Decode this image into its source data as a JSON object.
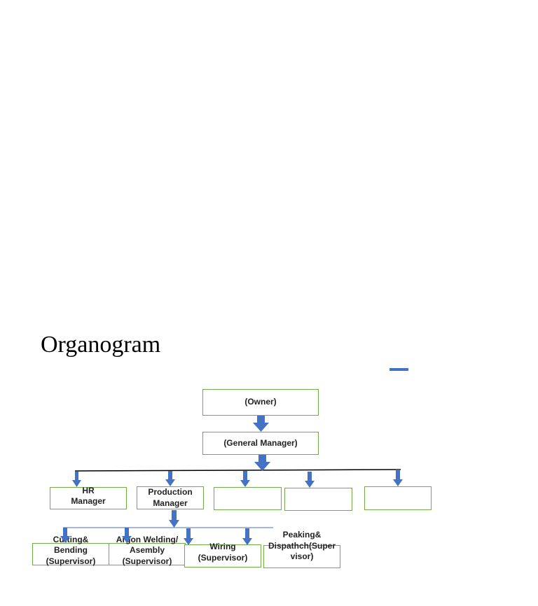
{
  "title": "Organogram",
  "colors": {
    "box_border": "#70ad47",
    "arrow": "#4472c4",
    "line": "#000000",
    "sub_line": "#4472c4"
  },
  "nodes": {
    "owner": "(Owner)",
    "general_manager": "(General Manager)",
    "hr_manager": "HR\nManager",
    "production_manager": "Production\nManager",
    "empty_1": "",
    "empty_2": "",
    "empty_3": "",
    "cutting_bending": "Cutting&\nBending\n(Supervisor)",
    "argon_welding": "Argon Welding/\nAsembly\n(Supervisor)",
    "wiring": "Wiring\n(Supervisor)",
    "peaking_dispatch": "Peaking&\nDispathch(Super\nvisor)"
  }
}
